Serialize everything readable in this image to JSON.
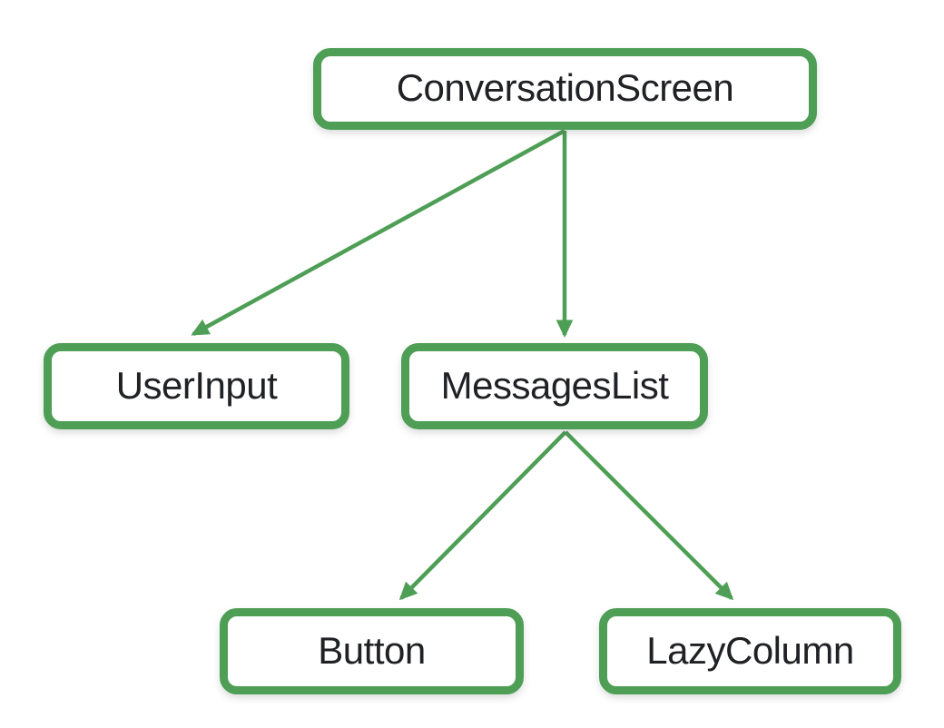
{
  "diagram": {
    "type": "tree",
    "nodes": {
      "conversation_screen": {
        "label": "ConversationScreen"
      },
      "user_input": {
        "label": "UserInput"
      },
      "messages_list": {
        "label": "MessagesList"
      },
      "button": {
        "label": "Button"
      },
      "lazy_column": {
        "label": "LazyColumn"
      }
    },
    "edges": [
      {
        "from": "ConversationScreen",
        "to": "UserInput"
      },
      {
        "from": "ConversationScreen",
        "to": "MessagesList"
      },
      {
        "from": "MessagesList",
        "to": "Button"
      },
      {
        "from": "MessagesList",
        "to": "LazyColumn"
      }
    ],
    "colors": {
      "node_border": "#4e9e55",
      "arrow": "#4e9e55",
      "text": "#202124",
      "node_fill": "#ffffff",
      "background": "#ffffff"
    }
  }
}
